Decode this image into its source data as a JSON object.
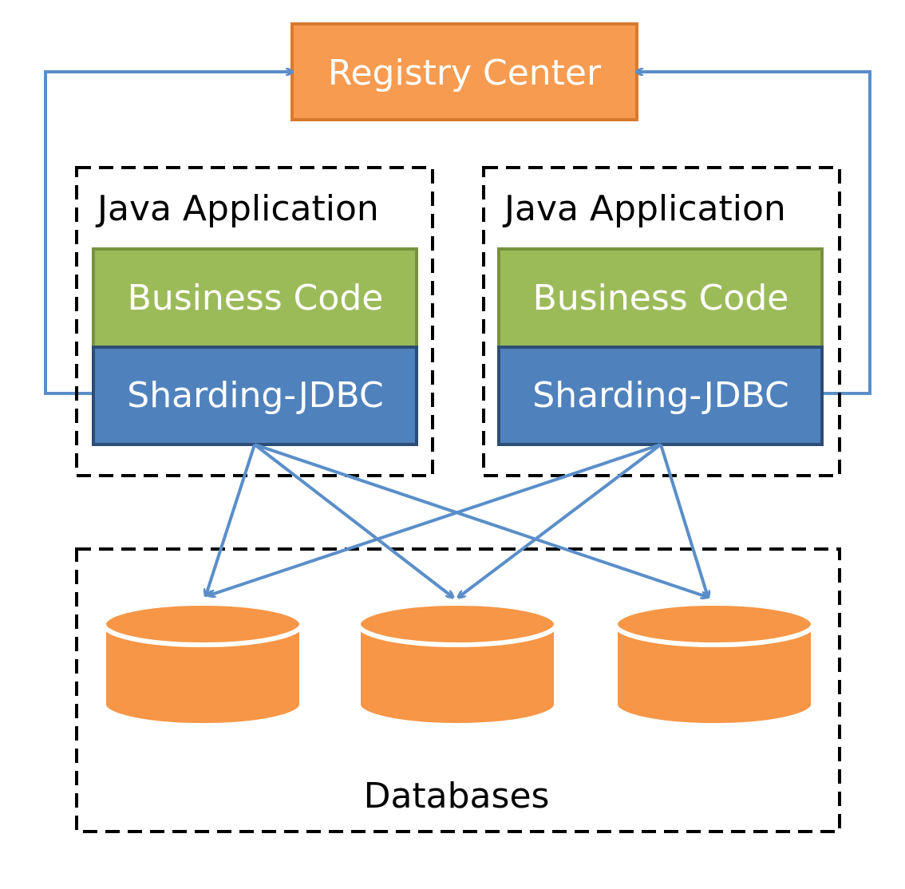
{
  "registry": {
    "label": "Registry Center"
  },
  "apps": [
    {
      "title": "Java Application",
      "business_code": "Business Code",
      "sharding": "Sharding-JDBC"
    },
    {
      "title": "Java Application",
      "business_code": "Business Code",
      "sharding": "Sharding-JDBC"
    }
  ],
  "databases": {
    "label": "Databases",
    "count": 3
  },
  "colors": {
    "registry_fill": "#f79b50",
    "registry_border": "#d87a2e",
    "business_fill": "#9bbb59",
    "business_border": "#77933c",
    "sharding_fill": "#4f81bd",
    "sharding_border": "#2c4d75",
    "database_fill": "#f79646",
    "arrow": "#5b8ec9"
  }
}
